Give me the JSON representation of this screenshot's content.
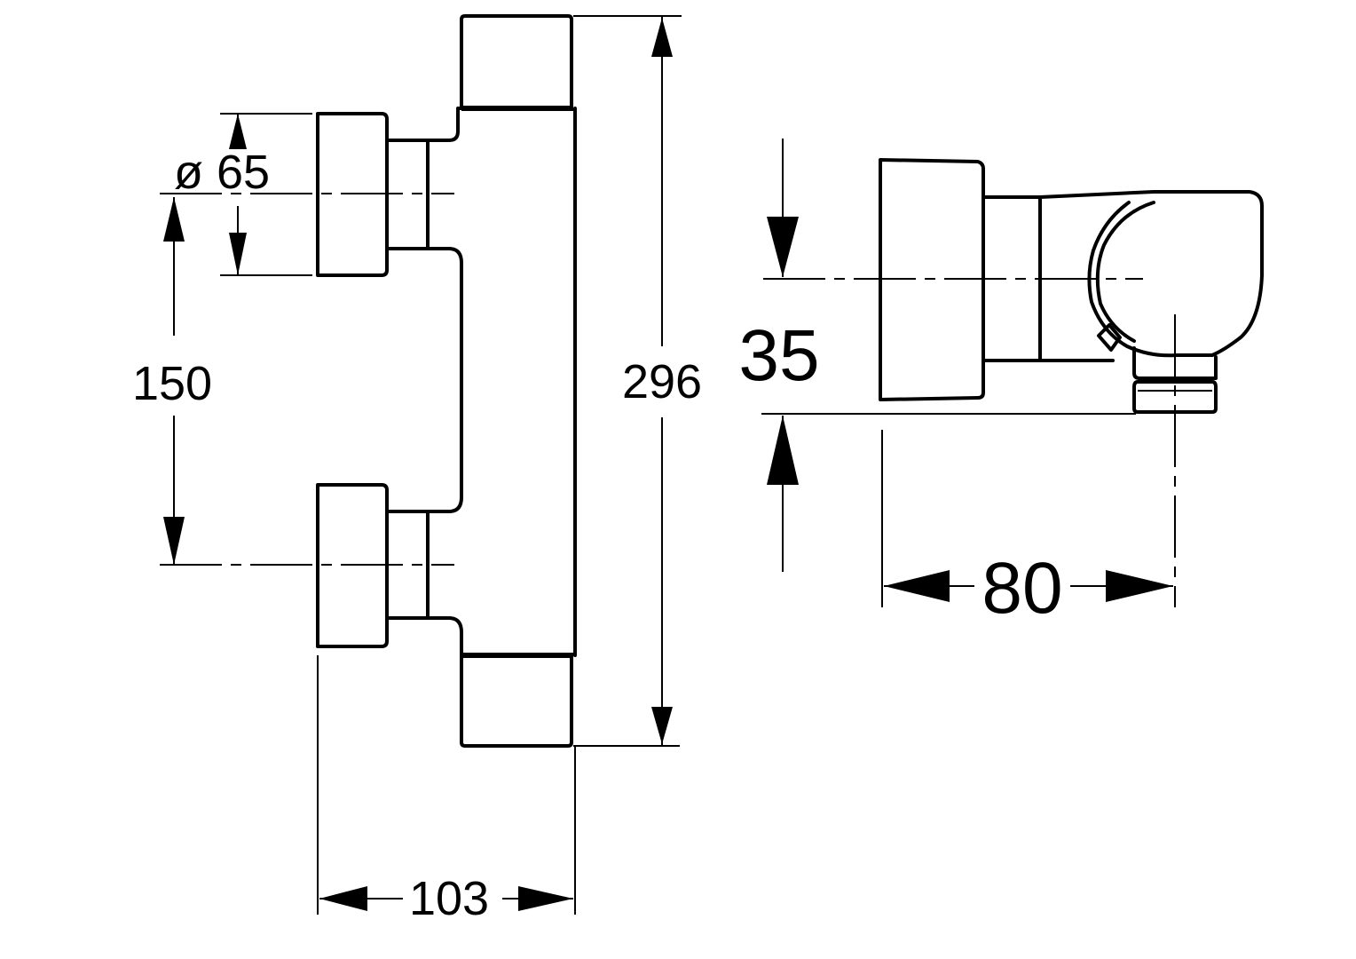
{
  "dimensions": {
    "diameter": "ø 65",
    "inlet_spacing": "150",
    "overall_height": "296",
    "body_width": "103",
    "wall_offset": "35",
    "depth": "80"
  }
}
